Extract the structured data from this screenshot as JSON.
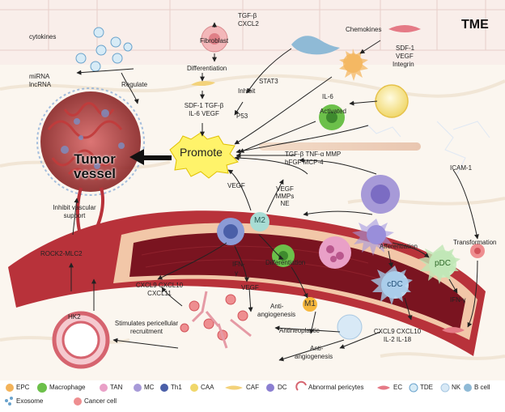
{
  "title": "TME",
  "center": {
    "promote": "Promote",
    "tumor_vessel": "Tumor vessel"
  },
  "labels": {
    "cytokines": "cytokines",
    "mirna": "miRNA",
    "lncrna": "lncRNA",
    "regulate": "Regulate",
    "tgfb_cxcl2_1": "TGF-β",
    "tgfb_cxcl2_2": "CXCL2",
    "fibroblast": "Fibroblast",
    "differentiation_top": "Differentiation",
    "sdf_tgf_1": "SDF-1 TGF-β",
    "sdf_tgf_2": "IL-6 VEGF",
    "stat3": "STAT3",
    "inhibit": "Inhibit",
    "p53": "P53",
    "chemokines": "Chemokines",
    "sdf1": "SDF-1",
    "vegf_top": "VEGF",
    "integrin": "Integrin",
    "il6": "IL-6",
    "activated": "Activated",
    "tgfb_tnfa_1": "TGF-β TNF-α MMP",
    "tgfb_tnfa_2": "bFGF MCP-4",
    "vegf_left": "VEGF",
    "vegf_mmps_1": "VEGF",
    "vegf_mmps_2": "MMPs",
    "vegf_mmps_3": "NE",
    "icam1": "ICAM-1",
    "transformation": "Transformation",
    "afferentiation": "Afferentiation",
    "inhibit_vascular_1": "Inhibit vascular",
    "inhibit_vascular_2": "support",
    "rock2": "ROCK2-MLC2",
    "hk2": "HK2",
    "ifn_mid": "IFN-",
    "ifn_mid2": "γ",
    "differentiation_mid": "Differentiation",
    "cxcl9_left_1": "CXCL9 CXCL10",
    "cxcl9_left_2": "CXCL11",
    "vegf_mid": "VEGF",
    "anti_angio_1a": "Anti-",
    "anti_angio_1b": "angiogenesis",
    "stimulates_1": "Stimulates pericellular",
    "stimulates_2": "recruitment",
    "antineoplastic": "Antineoplastic",
    "anti_angio_2a": "Anti-",
    "anti_angio_2b": "angiogenesis",
    "ifn_right": "IFN-γ",
    "cxcl9_right_1": "CXCL9 CXCL10",
    "cxcl9_right_2": "IL-2 IL-18"
  },
  "cells": {
    "m2": "M2",
    "m1": "M1",
    "pdc": "pDC",
    "cdc": "cDC"
  },
  "legend": [
    {
      "name": "epc",
      "label": "EPC"
    },
    {
      "name": "macrophage",
      "label": "Macrophage"
    },
    {
      "name": "tan",
      "label": "TAN"
    },
    {
      "name": "mc",
      "label": "MC"
    },
    {
      "name": "th1",
      "label": "Th1"
    },
    {
      "name": "caa",
      "label": "CAA"
    },
    {
      "name": "caf",
      "label": "CAF"
    },
    {
      "name": "dc",
      "label": "DC"
    },
    {
      "name": "abnormal-pericytes",
      "label": "Abnormal pericytes"
    },
    {
      "name": "ec",
      "label": "EC"
    },
    {
      "name": "tde",
      "label": "TDE"
    },
    {
      "name": "nk",
      "label": "NK"
    },
    {
      "name": "b-cell",
      "label": "B cell"
    },
    {
      "name": "exosome",
      "label": "Exosome"
    },
    {
      "name": "cancer-cell",
      "label": "Cancer cell"
    }
  ],
  "colors": {
    "vessel_outer": "#b8323a",
    "vessel_inner": "#7a1420",
    "vessel_wall": "#f2c7a8",
    "macrophage": "#6cc04a",
    "mc": "#a79ad8",
    "th1": "#4a5fa8",
    "tan": "#e07fb0",
    "nk": "#cfe3f3",
    "promote_burst": "#fff36a",
    "background_band": "#f7ece0"
  }
}
